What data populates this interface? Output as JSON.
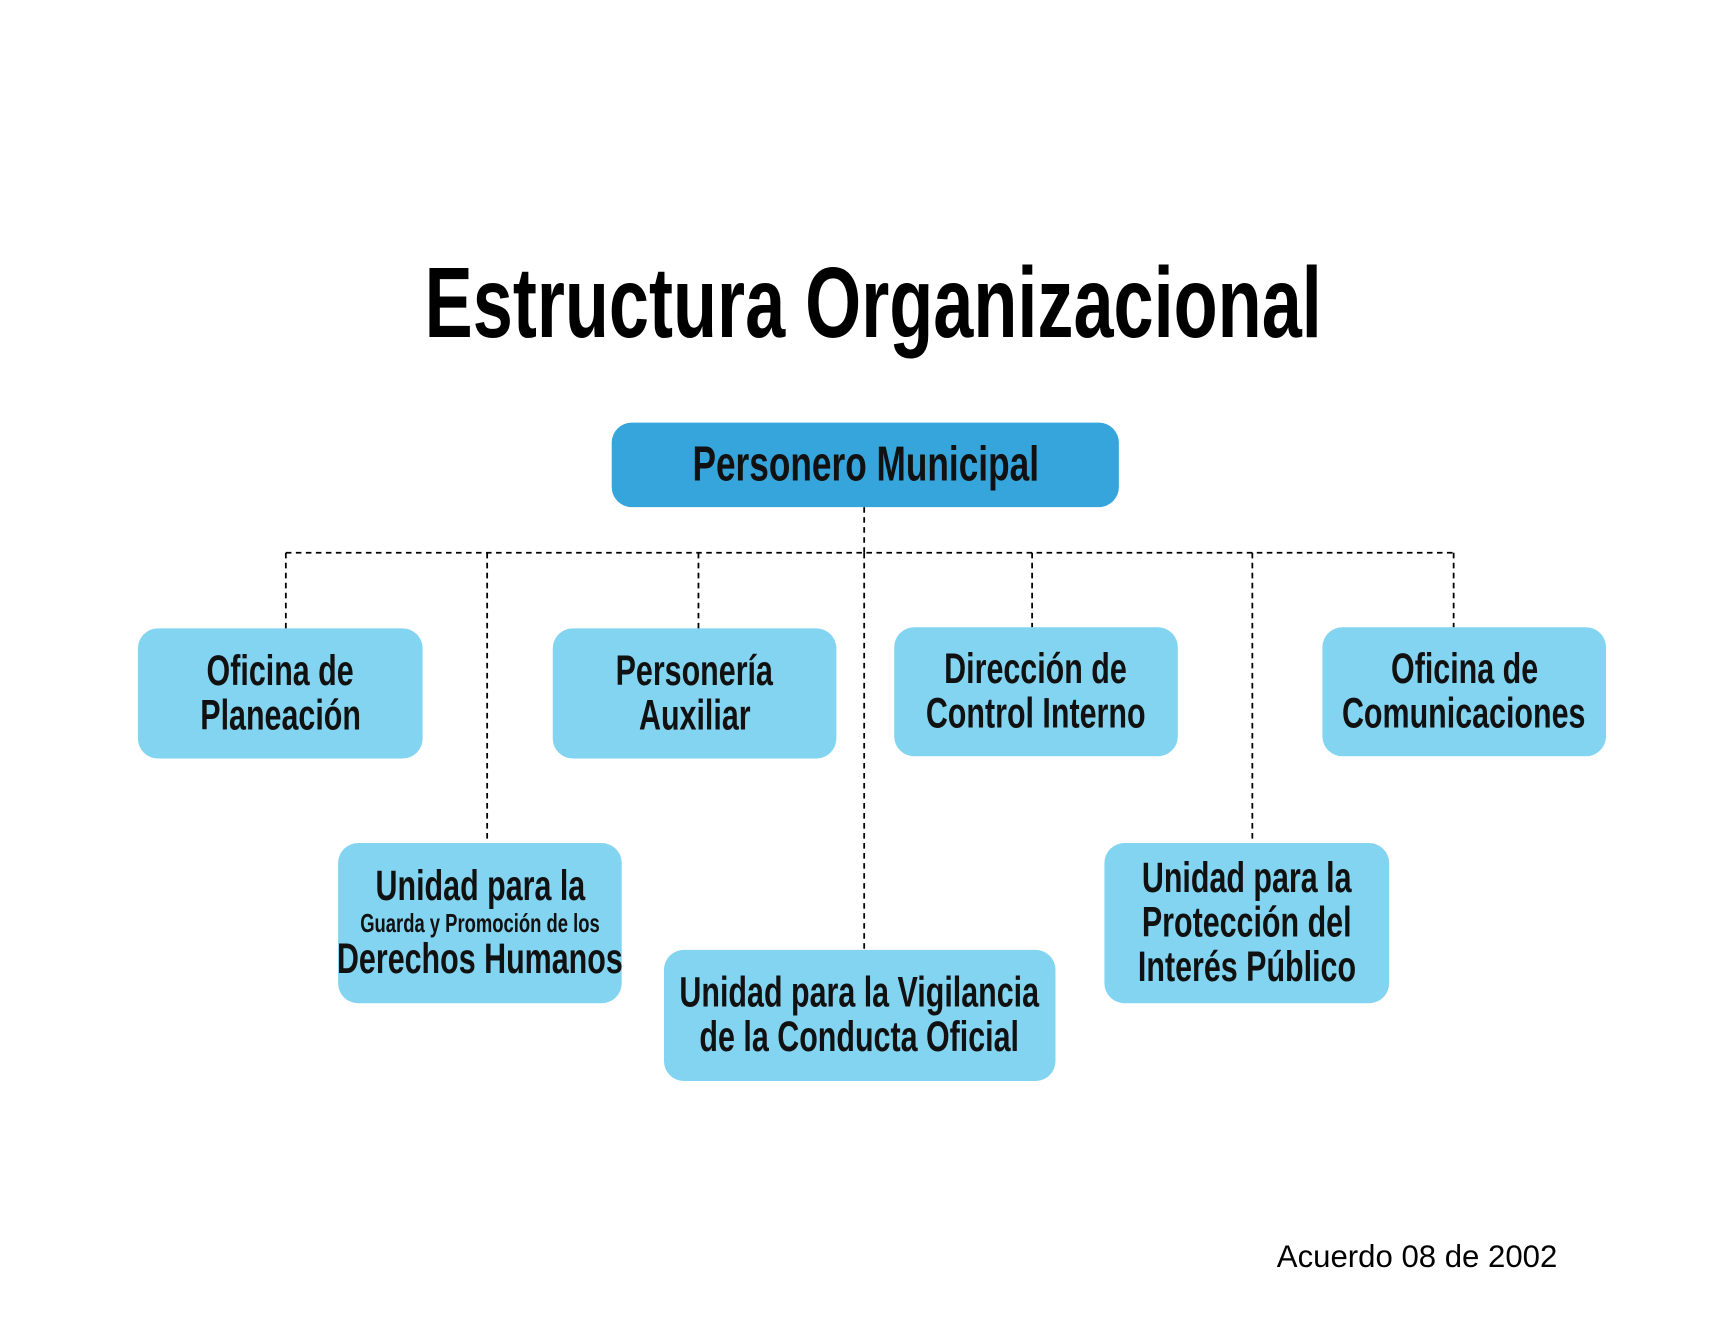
{
  "title": "Estructura Organizacional",
  "root": {
    "label": "Personero Municipal"
  },
  "units": [
    {
      "lines": [
        "Oficina de",
        "Planeación"
      ]
    },
    {
      "lines": [
        "Unidad para la",
        "Guarda y Promoción de los",
        "Derechos Humanos"
      ]
    },
    {
      "lines": [
        "Personería",
        "Auxiliar"
      ]
    },
    {
      "lines": [
        "Unidad para la Vigilancia",
        "de la Conducta Oficial"
      ]
    },
    {
      "lines": [
        "Dirección de",
        "Control Interno"
      ]
    },
    {
      "lines": [
        "Unidad para la",
        "Protección del",
        "Interés Público"
      ]
    },
    {
      "lines": [
        "Oficina de",
        "Comunicaciones"
      ]
    }
  ],
  "footer": "Acuerdo 08 de 2002",
  "colors": {
    "root": "#36A5DC",
    "unit": "#82D4F0",
    "connector": "#000000"
  }
}
